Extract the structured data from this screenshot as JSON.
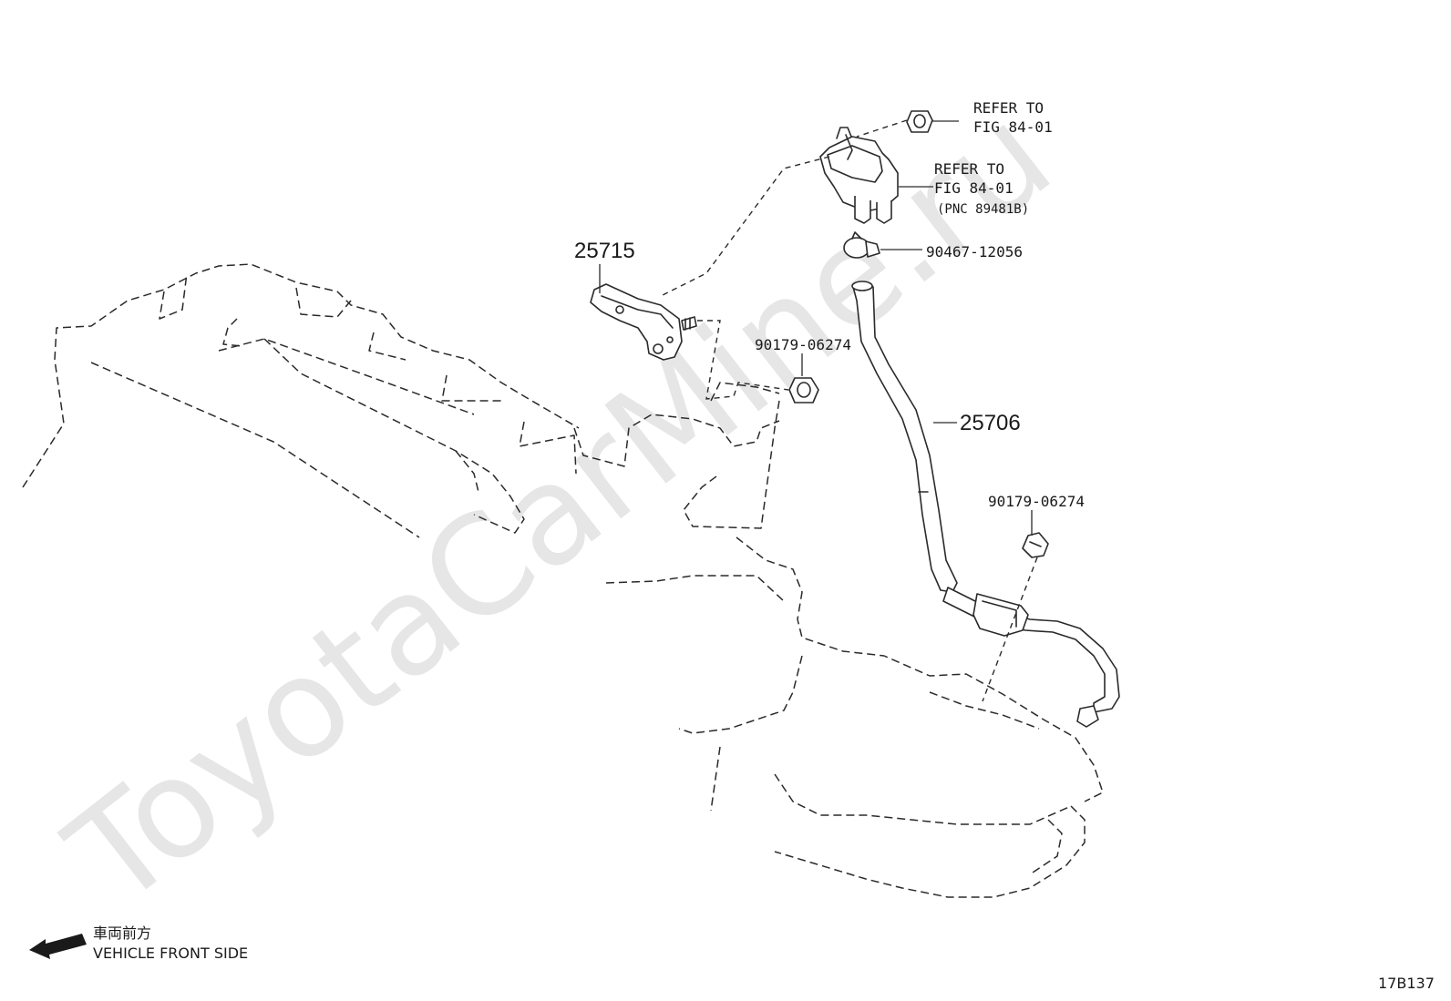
{
  "watermark": "ToyotaCarMine.ru",
  "callouts": {
    "refer1": {
      "line1": "REFER TO",
      "line2": "FIG 84-01"
    },
    "refer2": {
      "line1": "REFER TO",
      "line2": "FIG 84-01",
      "line3": "(PNC 89481B)"
    },
    "clip": "90467-12056",
    "bracket": "25715",
    "grommet_upper": "90179-06274",
    "hose": "25706",
    "grommet_lower": "90179-06274"
  },
  "direction": {
    "label_jp": "車両前方",
    "label_en": "VEHICLE FRONT SIDE"
  },
  "figure_id": "17B137"
}
